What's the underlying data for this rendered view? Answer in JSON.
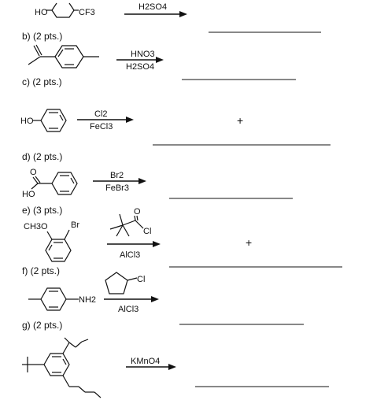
{
  "problem_a": {
    "atoms": {
      "ho": "HO",
      "cf3": "CF3"
    },
    "reagents": [
      "H2SO4"
    ]
  },
  "problem_b": {
    "label": "b) (2 pts.)",
    "reagents": [
      "HNO3",
      "H2SO4"
    ]
  },
  "problem_c": {
    "label": "c) (2 pts.)",
    "atoms": {
      "ho": "HO"
    },
    "reagents": [
      "Cl2",
      "FeCl3"
    ],
    "plus": "+"
  },
  "problem_d": {
    "label": "d) (2 pts.)",
    "atoms": {
      "o": "O",
      "ho": "HO"
    },
    "reagents": [
      "Br2",
      "FeBr3"
    ]
  },
  "problem_e": {
    "label": "e) (3 pts.)",
    "atoms": {
      "ch3o": "CH3O",
      "br": "Br",
      "o": "O",
      "cl": "Cl"
    },
    "reagents": [
      "AlCl3"
    ],
    "plus": "+"
  },
  "problem_f": {
    "label": "f) (2 pts.)",
    "atoms": {
      "nh2": "NH2",
      "cl": "Cl"
    },
    "reagents": [
      "AlCl3"
    ]
  },
  "problem_g": {
    "label": "g) (2 pts.)",
    "reagents": [
      "KMnO4"
    ]
  }
}
